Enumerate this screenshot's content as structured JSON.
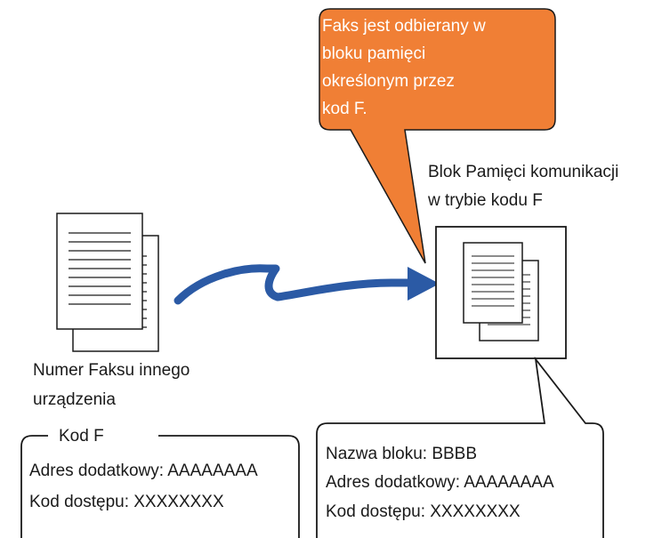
{
  "callout": {
    "lines": [
      "Faks jest odbierany w",
      "bloku pamięci",
      "określonym przez",
      "kod F."
    ],
    "fill": "#f07f35"
  },
  "memory_box": {
    "title_line1": "Blok Pamięci komunikacji",
    "title_line2": "w trybie kodu F"
  },
  "sender": {
    "label_line1": "Numer Faksu innego",
    "label_line2": "urządzenia"
  },
  "kod_f_box": {
    "legend": "Kod F",
    "line1": "Adres dodatkowy: AAAAAAAA",
    "line2": "Kod dostępu: XXXXXXXX"
  },
  "block_box": {
    "line1": "Nazwa bloku: BBBB",
    "line2": "Adres dodatkowy: AAAAAAAA",
    "line3": "Kod dostępu: XXXXXXXX"
  },
  "colors": {
    "arrow": "#2b5aa5",
    "callout": "#f07f35",
    "stroke": "#1a1a1a"
  },
  "icons": {
    "document": "stacked-documents-icon",
    "arrow": "transmission-arrow-icon"
  }
}
